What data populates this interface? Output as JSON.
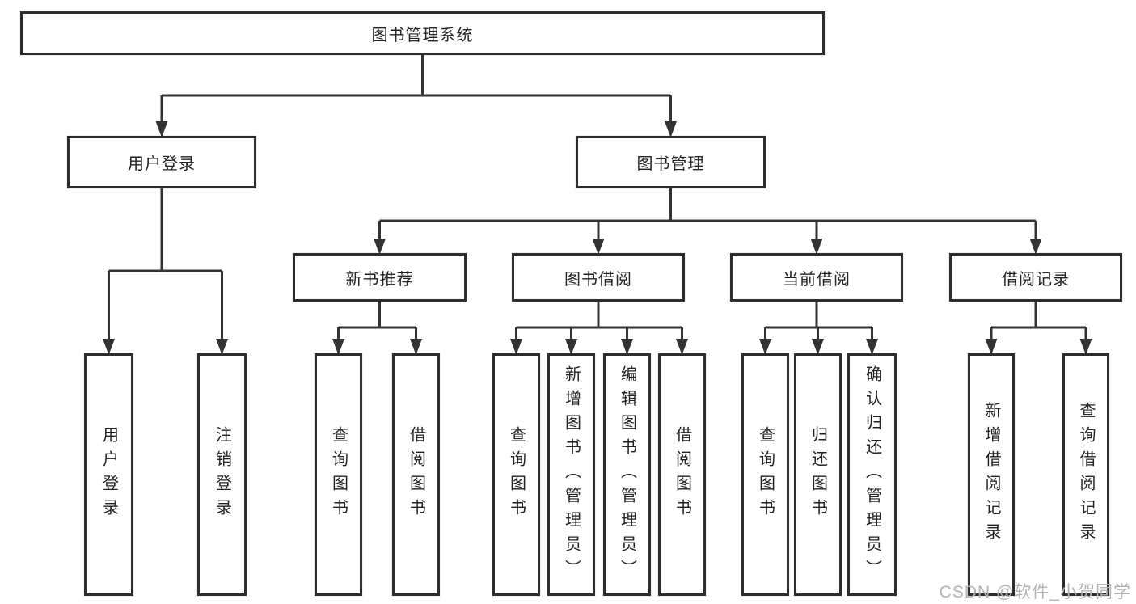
{
  "diagram": {
    "title": "图书管理系统",
    "watermark": "CSDN @软件_小贺同学",
    "colors": {
      "line": "#333333",
      "box_border": "#2d2d2d",
      "text": "#222222",
      "watermark": "#b4b4b4",
      "background": "#ffffff"
    },
    "nodes": {
      "root": {
        "label": "图书管理系统"
      },
      "user_login": {
        "label": "用户登录"
      },
      "book_mgmt": {
        "label": "图书管理"
      },
      "leaf_user_login": {
        "label": "用户登录"
      },
      "leaf_logout": {
        "label": "注销登录"
      },
      "new_book_rec": {
        "label": "新书推荐"
      },
      "book_borrow": {
        "label": "图书借阅"
      },
      "current_borrow": {
        "label": "当前借阅"
      },
      "borrow_records": {
        "label": "借阅记录"
      },
      "rec_query": {
        "label": "查询图书"
      },
      "rec_borrow": {
        "label": "借阅图书"
      },
      "bb_query": {
        "label": "查询图书"
      },
      "bb_add": {
        "label": "新增图书（管理员）"
      },
      "bb_edit": {
        "label": "编辑图书（管理员）"
      },
      "bb_borrow": {
        "label": "借阅图书"
      },
      "cb_query": {
        "label": "查询图书"
      },
      "cb_return": {
        "label": "归还图书"
      },
      "cb_confirm": {
        "label": "确认归还（管理员）"
      },
      "br_add": {
        "label": "新增借阅记录"
      },
      "br_query": {
        "label": "查询借阅记录"
      }
    },
    "edges": [
      {
        "from": "root",
        "to": [
          "user_login",
          "book_mgmt"
        ]
      },
      {
        "from": "user_login",
        "to": [
          "leaf_user_login",
          "leaf_logout"
        ]
      },
      {
        "from": "book_mgmt",
        "to": [
          "new_book_rec",
          "book_borrow",
          "current_borrow",
          "borrow_records"
        ]
      },
      {
        "from": "new_book_rec",
        "to": [
          "rec_query",
          "rec_borrow"
        ]
      },
      {
        "from": "book_borrow",
        "to": [
          "bb_query",
          "bb_add",
          "bb_edit",
          "bb_borrow"
        ]
      },
      {
        "from": "current_borrow",
        "to": [
          "cb_query",
          "cb_return",
          "cb_confirm"
        ]
      },
      {
        "from": "borrow_records",
        "to": [
          "br_add",
          "br_query"
        ]
      }
    ]
  }
}
